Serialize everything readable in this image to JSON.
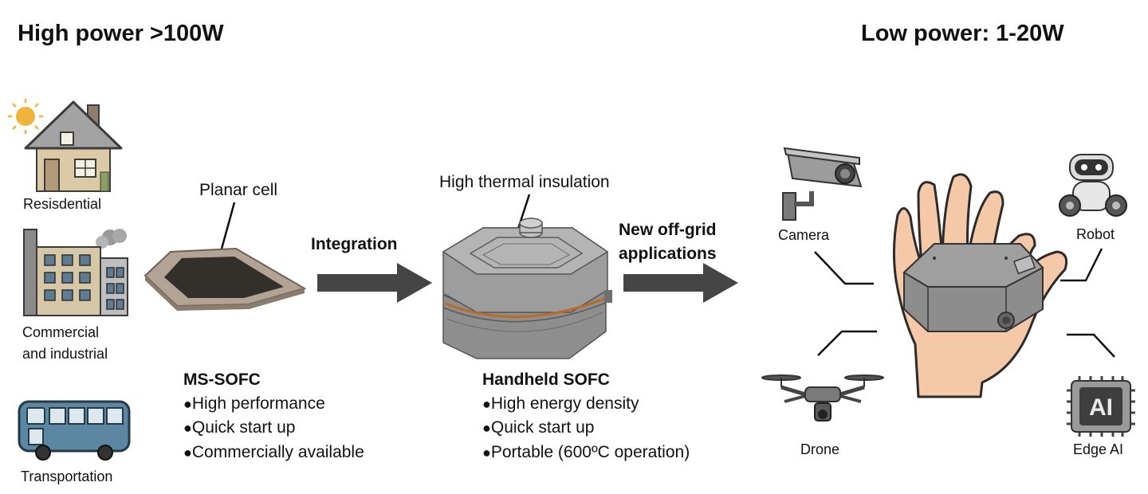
{
  "headings": {
    "high_power": "High power >100W",
    "low_power": "Low power: 1-20W"
  },
  "high_power_apps": [
    {
      "label": "Resisdential",
      "icon": "house-icon"
    },
    {
      "label": "Commercial and industrial",
      "line1": "Commercial",
      "line2": "and industrial",
      "icon": "factory-icon"
    },
    {
      "label": "Transportation",
      "icon": "bus-icon"
    }
  ],
  "planar_cell": {
    "label": "Planar cell"
  },
  "integration": {
    "label": "Integration"
  },
  "thermal": {
    "label": "High thermal insulation"
  },
  "offgrid": {
    "line1": "New off-grid",
    "line2": "applications"
  },
  "ms_sofc": {
    "title": "MS-SOFC",
    "bullets": [
      "High performance",
      "Quick start up",
      "Commercially available"
    ]
  },
  "handheld_sofc": {
    "title": "Handheld SOFC",
    "bullets": [
      "High energy density",
      "Quick start up",
      "Portable (600ºC operation)"
    ]
  },
  "low_power_apps": [
    {
      "label": "Camera",
      "icon": "camera-icon"
    },
    {
      "label": "Robot",
      "icon": "robot-icon"
    },
    {
      "label": "Drone",
      "icon": "drone-icon"
    },
    {
      "label": "Edge AI",
      "icon": "ai-chip-icon"
    }
  ],
  "chip_text": "AI",
  "colors": {
    "arrow": "#454545",
    "bus": "#5b87a2",
    "building": "#d3c5a8",
    "skin": "#f5c8a8",
    "device": "#777777",
    "sun": "#f0b43c"
  }
}
